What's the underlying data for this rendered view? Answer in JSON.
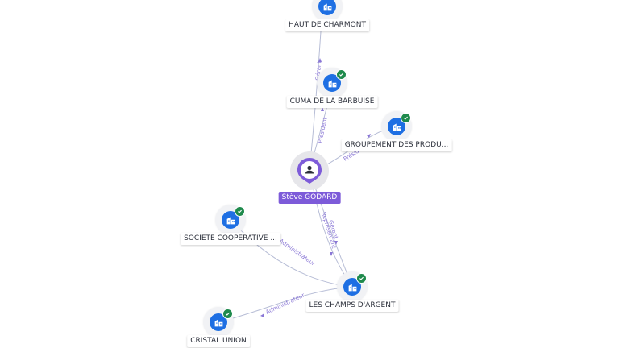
{
  "nodes": {
    "haut_de_charmont": {
      "label": "HAUT DE CHARMONT",
      "verified": false
    },
    "cuma_de_la_barbuise": {
      "label": "CUMA DE LA BARBUISE",
      "verified": true
    },
    "groupement_des_produ": {
      "label": "GROUPEMENT DES PRODU...",
      "verified": true
    },
    "steve_godard": {
      "label": "Stève GODARD"
    },
    "societe_cooperative": {
      "label": "SOCIETE COOPERATIVE ...",
      "verified": true
    },
    "les_champs_d_argent": {
      "label": "LES CHAMPS D'ARGENT",
      "verified": true
    },
    "cristal_union": {
      "label": "CRISTAL UNION",
      "verified": true
    }
  },
  "edges": [
    {
      "from": "Stève GODARD",
      "to": "HAUT DE CHARMONT",
      "label": "Gérant"
    },
    {
      "from": "Stève GODARD",
      "to": "CUMA DE LA BARBUISE",
      "label": "Président"
    },
    {
      "from": "Stève GODARD",
      "to": "GROUPEMENT DES PRODU...",
      "label": "Président"
    },
    {
      "from": "Stève GODARD",
      "to": "LES CHAMPS D'ARGENT",
      "label": "Gérant"
    },
    {
      "from": "Stève GODARD",
      "to": "LES CHAMPS D'ARGENT",
      "label": "Représentant"
    },
    {
      "from": "LES CHAMPS D'ARGENT",
      "to": "SOCIETE COOPERATIVE ...",
      "label": "Administrateur"
    },
    {
      "from": "LES CHAMPS D'ARGENT",
      "to": "CRISTAL UNION",
      "label": "Administrateur"
    }
  ],
  "colors": {
    "company": "#1e6fe3",
    "verified": "#1f8a4c",
    "person": "#7d5bd9",
    "edge": "#b7bdd6"
  },
  "icons": {
    "company": "building-icon",
    "verified": "check-icon",
    "person": "person-icon"
  }
}
